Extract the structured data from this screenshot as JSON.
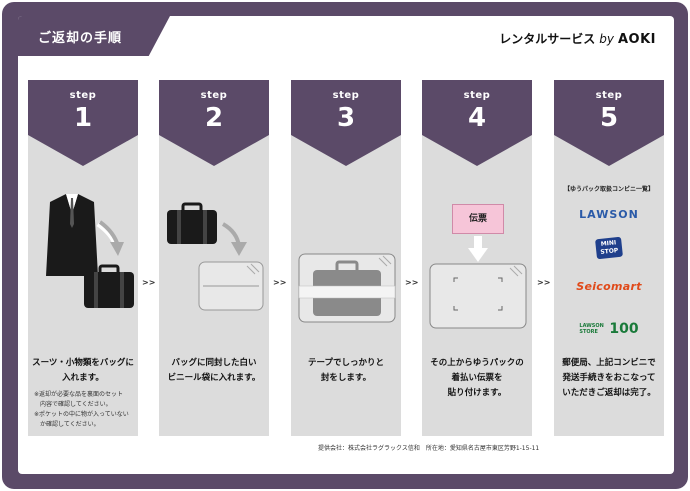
{
  "header": {
    "title": "ご返却の手順",
    "brand_text": "レンタルサービス",
    "brand_by": "by",
    "brand_name": "AOKI"
  },
  "steps": [
    {
      "word": "step",
      "num": "1",
      "line1": "スーツ・小物類をバッグに",
      "line2": "入れます。",
      "notes": [
        "※返却が必要な品を裏面のセット",
        "内容で確認してください。",
        "※ポケットの中に物が入っていない",
        "か確認してください。"
      ]
    },
    {
      "word": "step",
      "num": "2",
      "line1": "バッグに同封した白い",
      "line2": "ビニール袋に入れます。"
    },
    {
      "word": "step",
      "num": "3",
      "line1": "テープでしっかりと",
      "line2": "封をします。"
    },
    {
      "word": "step",
      "num": "4",
      "line1": "その上からゆうパックの",
      "line2": "着払い伝票を",
      "line3": "貼り付けます。",
      "ticket": "伝票"
    },
    {
      "word": "step",
      "num": "5",
      "line1": "郵便局、上記コンビニで",
      "line2": "発送手続きをおこなって",
      "line3": "いただきご返却は完了。",
      "conv_label": "【ゆうパック取扱コンビニ一覧】",
      "logos": {
        "lawson": "LAWSON",
        "mini": "MINI",
        "stop": "STOP",
        "seico": "Seicomart",
        "l100_top": "LAWSON",
        "l100_bottom": "STORE",
        "l100_num": "100"
      }
    }
  ],
  "arrow_glyph": ">>",
  "footer": "提供会社：株式会社ラグラックス信和　所在地：愛知県名古屋市東区芳野1-15-11",
  "colors": {
    "purple": "#5b4a68",
    "panel": "#dcdcdc"
  }
}
